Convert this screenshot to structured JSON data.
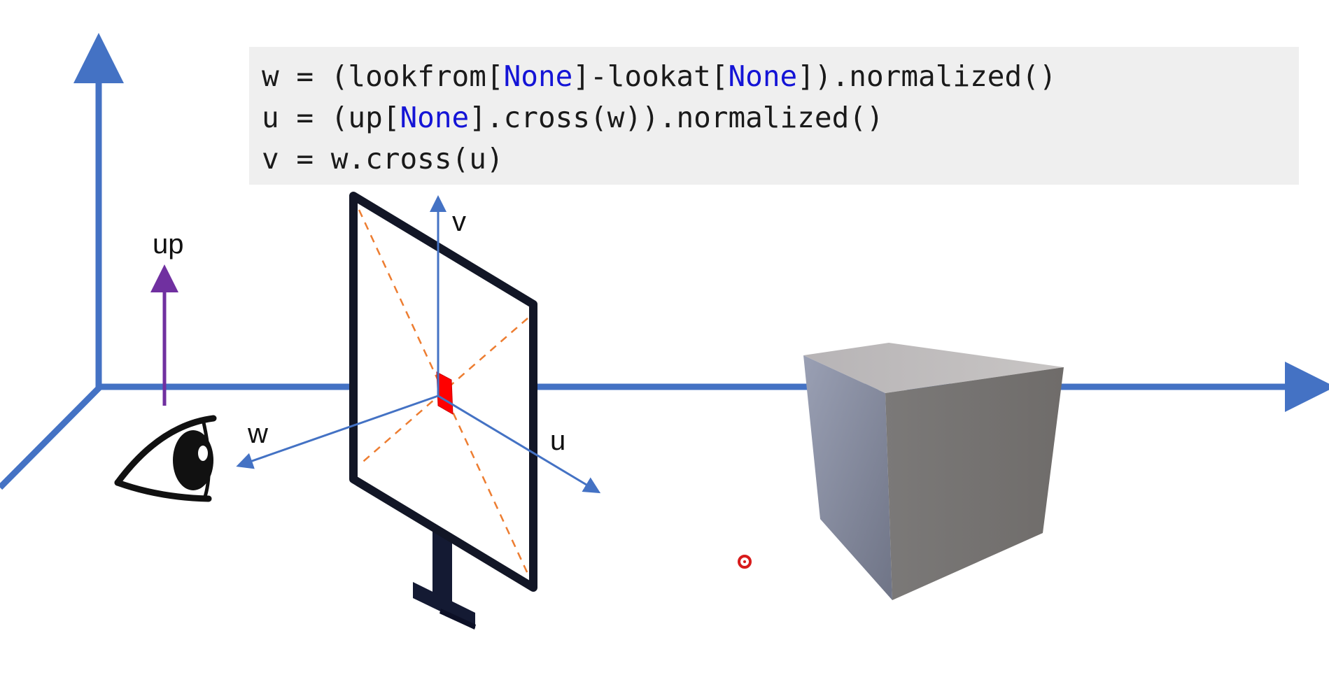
{
  "code": {
    "lines": [
      [
        "w = (lookfrom[",
        "None",
        "]-lookat[",
        "None",
        "]).normalized()"
      ],
      [
        "u = (up[",
        "None",
        "].cross(w)).normalized()"
      ],
      [
        "v = w.cross(u)"
      ]
    ]
  },
  "labels": {
    "up": "up",
    "v": "v",
    "w": "w",
    "u": "u"
  },
  "colors": {
    "axis": "#4472c4",
    "up_vector": "#7030a0",
    "diagonal": "#ed7d31",
    "pixel": "#ff0000",
    "keyword": "#1414d6",
    "code_bg": "#efefef"
  }
}
